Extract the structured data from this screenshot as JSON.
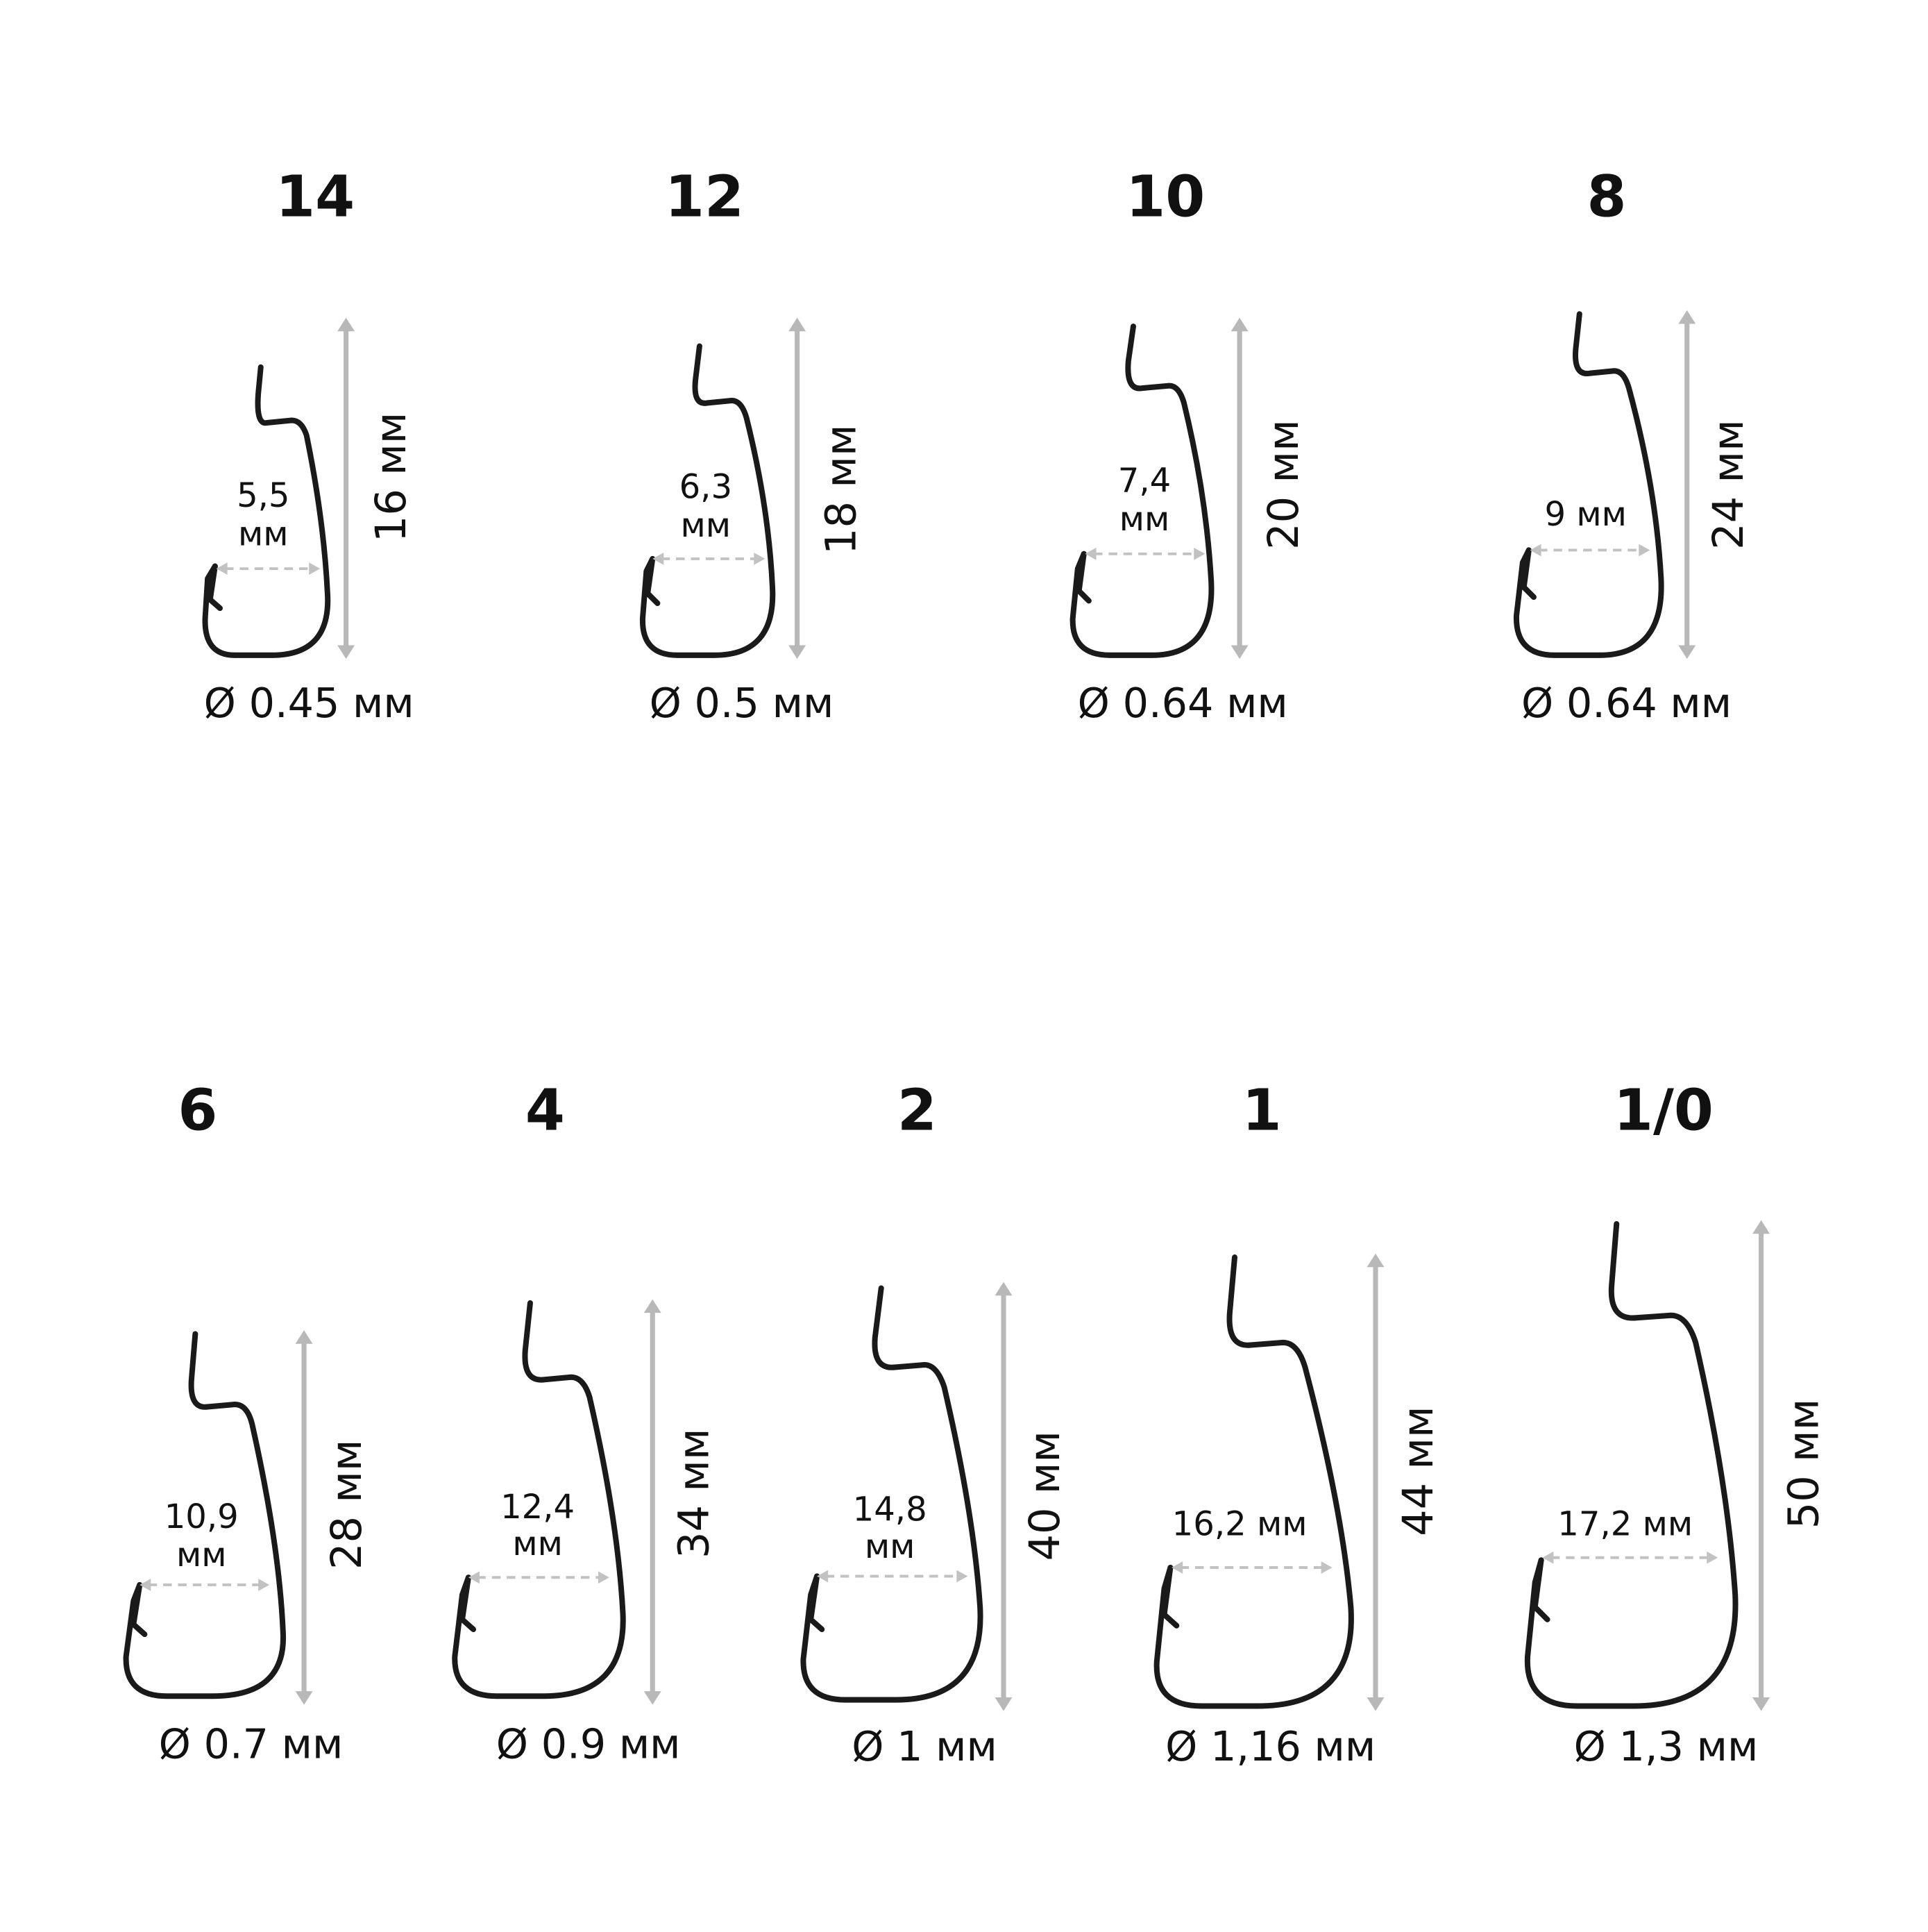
{
  "colors": {
    "background": "#ffffff",
    "text": "#111111",
    "hook_wire": "#1a1a1a",
    "dimension_arrow": "#b8b8b8",
    "gap_dashes": "#c2c2c2"
  },
  "hooks": [
    {
      "size": "14",
      "gap_line1": "5,5",
      "gap_line2": "мм",
      "length": "16 мм",
      "diameter": "Ø 0.45 мм"
    },
    {
      "size": "12",
      "gap_line1": "6,3",
      "gap_line2": "мм",
      "length": "18 мм",
      "diameter": "Ø 0.5 мм"
    },
    {
      "size": "10",
      "gap_line1": "7,4",
      "gap_line2": "мм",
      "length": "20 мм",
      "diameter": "Ø 0.64 мм"
    },
    {
      "size": "8",
      "gap_line1": "9 мм",
      "gap_line2": "",
      "length": "24 мм",
      "diameter": "Ø 0.64 мм"
    },
    {
      "size": "6",
      "gap_line1": "10,9",
      "gap_line2": "мм",
      "length": "28 мм",
      "diameter": "Ø 0.7 мм"
    },
    {
      "size": "4",
      "gap_line1": "12,4",
      "gap_line2": "мм",
      "length": "34 мм",
      "diameter": "Ø 0.9 мм"
    },
    {
      "size": "2",
      "gap_line1": "14,8",
      "gap_line2": "мм",
      "length": "40 мм",
      "diameter": "Ø 1 мм"
    },
    {
      "size": "1",
      "gap_line1": "16,2 мм",
      "gap_line2": "",
      "length": "44 мм",
      "diameter": "Ø 1,16 мм"
    },
    {
      "size": "1/0",
      "gap_line1": "17,2 мм",
      "gap_line2": "",
      "length": "50 мм",
      "diameter": "Ø 1,3 мм"
    }
  ]
}
